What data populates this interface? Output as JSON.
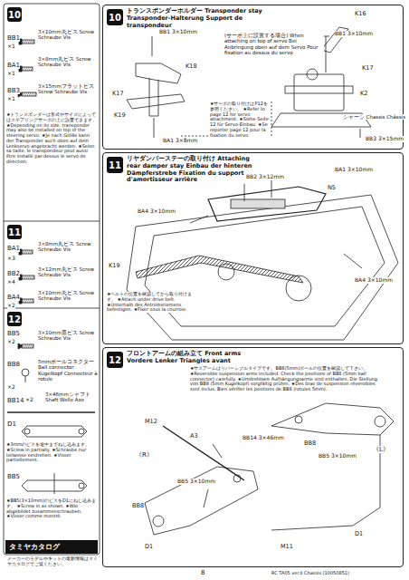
{
  "diagram": {
    "nodes": [
      {
        "text": [
          "10"
        ]
      },
      {
        "text": [
          "11"
        ]
      },
      {
        "text": [
          "12"
        ]
      },
      {
        "text": [
          "トランスポンダーホルダー Transponder stay Transponder-Halterung Support de transpondeur"
        ]
      },
      {
        "text": [
          "10"
        ],
        "in": 3
      },
      {
        "text": [
          "リヤダンパーステーの取り付け Attaching rear damper stay Einbau der hinteren Dämpferstrebe Fixation du support d'amortisseur arrière"
        ]
      },
      {
        "text": [
          "11"
        ],
        "in": 5
      },
      {
        "text": [
          "フロントアームの組み立て Front arms Vordere Lenker Triangles avant"
        ]
      },
      {
        "text": [
          "12"
        ],
        "in": 7
      },
      {
        "text": [
          "タミヤカタログ"
        ]
      }
    ],
    "edges": [],
    "labels": [
      "BB1",
      "×1",
      "3×10mm丸ビス Screw Schraube Vis",
      "BA1",
      "×1",
      "3×8mm丸ビス Screw Schraube Vis",
      "BB3",
      "×1",
      "3×15mmフラットビス Screw Schraube Vis",
      "★トランスポンダーは形式やサイズによってはステアリングサーボの上に設置できます。 ★Depending on its size, transponder may also be installed on top of the steering servo. ★Je nach Größe kann der Transponder auch oben auf dem Lenkservo angebracht werden. ★Selon sa taille, le transpondeur peut aussi être installé par-dessus le servo de direction.",
      "BA1",
      "×3",
      "3×8mm丸ビス Screw Schraube Vis",
      "BB2",
      "×4",
      "3×12mm丸ビス Screw Schraube Vis",
      "BA4",
      "×2",
      "3×10mm丸ビス Screw Schraube Vis",
      "BB5",
      "×2",
      "3×10mm皿ビス Screw Schraube Vis",
      "BB8",
      "×2",
      "5mmボールコネクター Ball connector Kugelkopf Connecteur à rotule",
      "BB14",
      "×2",
      "3×46mmシャフト Shaft Welle Axe",
      "D1",
      "★3mmのビスを途中までねじ込みます。 ★Screw in partially. ★Schraube nur teilweise eindrehen. ★Visser partiellement.",
      "BB5",
      "★BB5(3×10mm)のビスをD1にねじ込みます。 ★Screw in as shown. ★Wie abgebildet zusammenschrauben. ★Visser comme montré.",
      "メーカーのモデルやキットの最新情報はタミヤカタログでご覧ください。",
      "BB1 3×10mm",
      "K18",
      "K17",
      "K19",
      "BA1 3×8mm",
      "(サーボ上に設置する場合) When attaching on top of servo Bei Anbringung oben auf dem Servo Pour fixation au dessus du servo",
      "K16",
      "BB1 3×10mm",
      "K17",
      "K2",
      "シャーシ Chassis Châssis",
      "BB3 3×15mm",
      "★サーボの取り付けはP12を参照ください。 ★Refer to page 12 for servo attachment. ★Siehe Seite 12 für Servo-Einbau. ★Se reporter page 12 pour la fixation du servo.",
      "BB2 3×12mm",
      "N5",
      "BA1 3×10mm",
      "BA4 3×10mm",
      "BA4 3×10mm",
      "K19",
      "★ベルトの位置を確認してから取り付けます。 ★Attach under drive belt. ★Unterhalb des Antriebsriemens befestigen. ★Fixer sous la courroie.",
      "★サスアームはリバーシブルタイプです。BB8(5mm)ボールの位置を確認して下さい。 ★Reversible suspension arms included. Check the positions of BB8 (5mm ball connector) carefully. ★Umdrehbare Aufhängungsarme sind enthalten. Die Stellung von BB8 (5mm Kugelkopf) sorgfältig prüfen. ★Des bras de suspension réversibles sont inclus. Bien vérifier les positions de BB8 (rotules 5mm).",
      "M12",
      "A3",
      "《R》",
      "BB14 3×46mm",
      "BB5 3×10mm",
      "BB8",
      "BB5 3×10mm",
      "BB8",
      "D1",
      "M11",
      "D1",
      "《L》",
      "8",
      "RC TA05 ver.II Chassis (10050851)"
    ]
  }
}
